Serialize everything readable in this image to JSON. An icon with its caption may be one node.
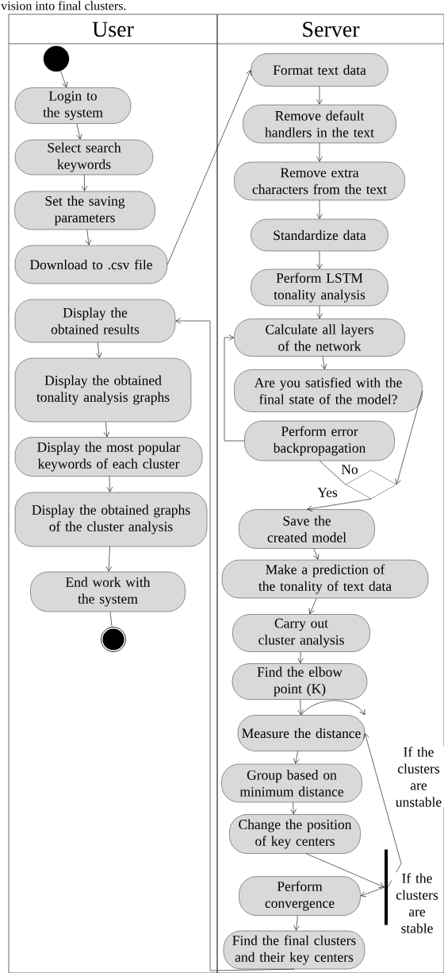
{
  "diagram": {
    "nodes": [
      {
        "text": [
          "User"
        ]
      },
      {
        "text": [
          "Server"
        ]
      },
      {
        "text": [],
        "shape": "circle",
        "in": 0
      },
      {
        "text": [
          "Login to the system"
        ],
        "in": 0
      },
      {
        "text": [
          "Select search keywords"
        ],
        "in": 0
      },
      {
        "text": [
          "Set the saving parameters"
        ],
        "in": 0
      },
      {
        "text": [
          "Download to .csv file"
        ],
        "in": 0
      },
      {
        "text": [
          "Display the obtained results"
        ],
        "in": 0
      },
      {
        "text": [
          "Display the obtained tonality analysis graphs"
        ],
        "in": 0
      },
      {
        "text": [
          "Display the most popular keywords of each cluster"
        ],
        "in": 0
      },
      {
        "text": [
          "Display the obtained graphs of the cluster analysis"
        ],
        "in": 0
      },
      {
        "text": [
          "End work with the system"
        ],
        "in": 0
      },
      {
        "text": [],
        "shape": "circle",
        "in": 0
      },
      {
        "text": [
          "Format text data"
        ],
        "in": 1
      },
      {
        "text": [
          "Remove default handlers in the text"
        ],
        "in": 1
      },
      {
        "text": [
          "Remove extra characters from the text"
        ],
        "in": 1
      },
      {
        "text": [
          "Standardize data"
        ],
        "in": 1
      },
      {
        "text": [
          "Perform LSTM tonality analysis"
        ],
        "in": 1
      },
      {
        "text": [
          "Calculate all layers of the network"
        ],
        "in": 1
      },
      {
        "text": [
          "Are you satisfied with the final state of the model?"
        ],
        "in": 1
      },
      {
        "text": [
          "Perform error backpropagation"
        ],
        "in": 1
      },
      {
        "text": [],
        "shape": "diamond",
        "in": 1
      },
      {
        "text": [
          "Save the created model"
        ],
        "in": 1
      },
      {
        "text": [
          "Make a prediction of the tonality of text data"
        ],
        "in": 1
      },
      {
        "text": [
          "Carry out cluster analysis"
        ],
        "in": 1
      },
      {
        "text": [
          "Find the elbow point (K)"
        ],
        "in": 1
      },
      {
        "text": [
          "Measure the distance"
        ],
        "in": 1
      },
      {
        "text": [
          "Group based on minimum distance"
        ],
        "in": 1
      },
      {
        "text": [
          "Change the position of key centers"
        ],
        "in": 1
      },
      {
        "text": [],
        "shape": "bar",
        "in": 1
      },
      {
        "text": [
          "Perform convergence"
        ],
        "in": 1
      },
      {
        "text": [
          "Find the final clusters and their key centers"
        ],
        "in": 1
      }
    ],
    "edges": [
      {
        "from": 2,
        "to": 3,
        "arrow": "to"
      },
      {
        "from": 3,
        "to": 4,
        "arrow": "to"
      },
      {
        "from": 4,
        "to": 5,
        "arrow": "to"
      },
      {
        "from": 5,
        "to": 6,
        "arrow": "to"
      },
      {
        "from": 6,
        "to": 13,
        "arrow": "to"
      },
      {
        "from": 13,
        "to": 14,
        "arrow": "to"
      },
      {
        "from": 14,
        "to": 15,
        "arrow": "to"
      },
      {
        "from": 15,
        "to": 16,
        "arrow": "to"
      },
      {
        "from": 16,
        "to": 17,
        "arrow": "to"
      },
      {
        "from": 17,
        "to": 18,
        "arrow": "to"
      },
      {
        "from": 18,
        "to": 19,
        "arrow": "to"
      },
      {
        "from": 19,
        "to": 21,
        "arrow": "to"
      },
      {
        "from": 21,
        "to": 20,
        "arrow": "none",
        "label": "No"
      },
      {
        "from": 20,
        "to": 18,
        "arrow": "to"
      },
      {
        "from": 21,
        "to": 22,
        "arrow": "to",
        "label": "Yes"
      },
      {
        "from": 22,
        "to": 23,
        "arrow": "to"
      },
      {
        "from": 23,
        "to": 24,
        "arrow": "to"
      },
      {
        "from": 24,
        "to": 25,
        "arrow": "to"
      },
      {
        "from": 25,
        "to": 26,
        "arrow": "to"
      },
      {
        "from": 26,
        "to": 26,
        "arrow": "to"
      },
      {
        "from": 26,
        "to": 27,
        "arrow": "to"
      },
      {
        "from": 27,
        "to": 28,
        "arrow": "to"
      },
      {
        "from": 28,
        "to": 29,
        "arrow": "to"
      },
      {
        "from": 29,
        "to": 30,
        "arrow": "to",
        "label": "If the clusters are stable"
      },
      {
        "from": 29,
        "to": 26,
        "arrow": "to",
        "label": "If the clusters are unstable"
      },
      {
        "from": 30,
        "to": 31,
        "arrow": "to"
      },
      {
        "from": 31,
        "to": 7,
        "arrow": "to"
      },
      {
        "from": 7,
        "to": 8,
        "arrow": "to"
      },
      {
        "from": 8,
        "to": 9,
        "arrow": "to"
      },
      {
        "from": 9,
        "to": 10,
        "arrow": "to"
      },
      {
        "from": 10,
        "to": 11,
        "arrow": "to"
      },
      {
        "from": 11,
        "to": 12,
        "arrow": "none"
      }
    ],
    "labels": [
      "vision into final clusters."
    ]
  }
}
